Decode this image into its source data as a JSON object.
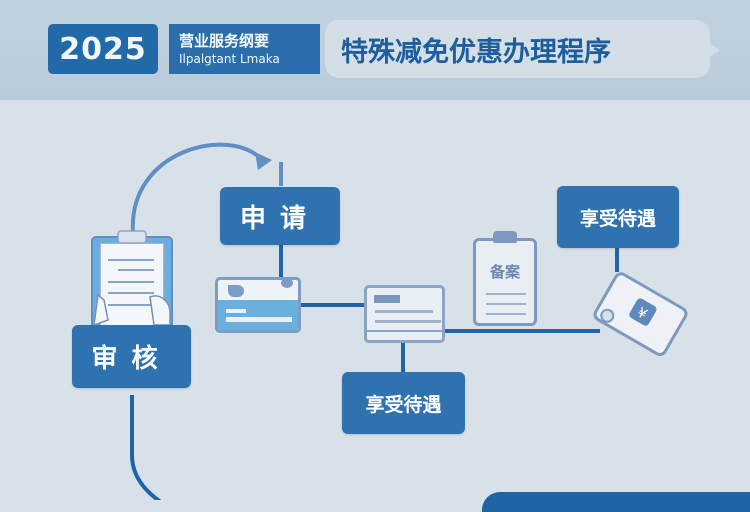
{
  "header": {
    "year": "2025",
    "subtitle_cn": "营业服务纲要",
    "subtitle_en": "Ilpalgtant Lmaka",
    "title": "特殊减免优惠办理程序"
  },
  "steps": {
    "apply": "申请",
    "review": "审核",
    "benefit_top": "享受待遇",
    "benefit_bottom": "享受待遇"
  },
  "icons": {
    "clipboard_left": "clipboard-hands-icon",
    "card_left": "application-card-icon",
    "card_mid": "document-form-icon",
    "clipboard_right_label": "备案",
    "ticket": "benefit-ticket-icon"
  },
  "colors": {
    "primary": "#2f72b0",
    "dark_primary": "#1f65a5",
    "header_bg": "#bccddc",
    "body_bg": "#d9e1e8",
    "connector": "#1f65a5",
    "arc": "#5f8fc4"
  }
}
